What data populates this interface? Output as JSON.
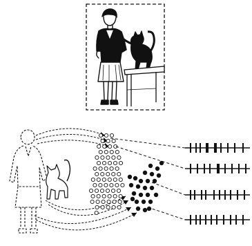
{
  "figure": {
    "panels": [
      "photo-panel",
      "schematic-panel"
    ],
    "neuron_groups": {
      "open_count": 70,
      "filled_count": 26
    },
    "spike_trains": 4
  },
  "colors": {
    "ink": "#111111",
    "background": "#ffffff"
  }
}
